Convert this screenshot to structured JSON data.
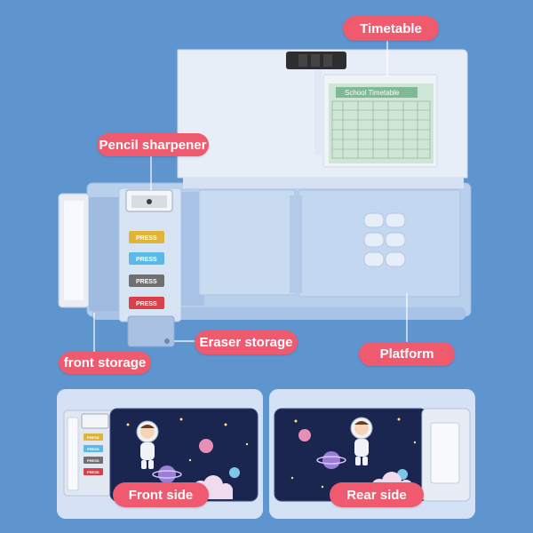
{
  "callouts": {
    "timetable": "Timetable",
    "pencil_sharpener": "Pencil sharpener",
    "eraser_storage": "Eraser storage",
    "front_storage": "front storage",
    "platform": "Platform",
    "front_side": "Front side",
    "rear_side": "Rear side"
  },
  "timetable_card": {
    "title": "School Timetable"
  },
  "buttons": {
    "press_label": "PRESS"
  },
  "colors": {
    "background": "#5f95cf",
    "callout": "#ef5a6e",
    "case_body": "#c3d8f0",
    "timetable_card": "#cfe6d6",
    "press_yellow": "#e0b33b",
    "press_blue": "#5cb8e8",
    "press_gray": "#707070",
    "press_red": "#d9414a",
    "space_print": "#1a2550"
  },
  "icons": [
    "combination-lock-icon",
    "astronaut-illustration",
    "planet-icon",
    "cloud-icon",
    "star-icon"
  ]
}
